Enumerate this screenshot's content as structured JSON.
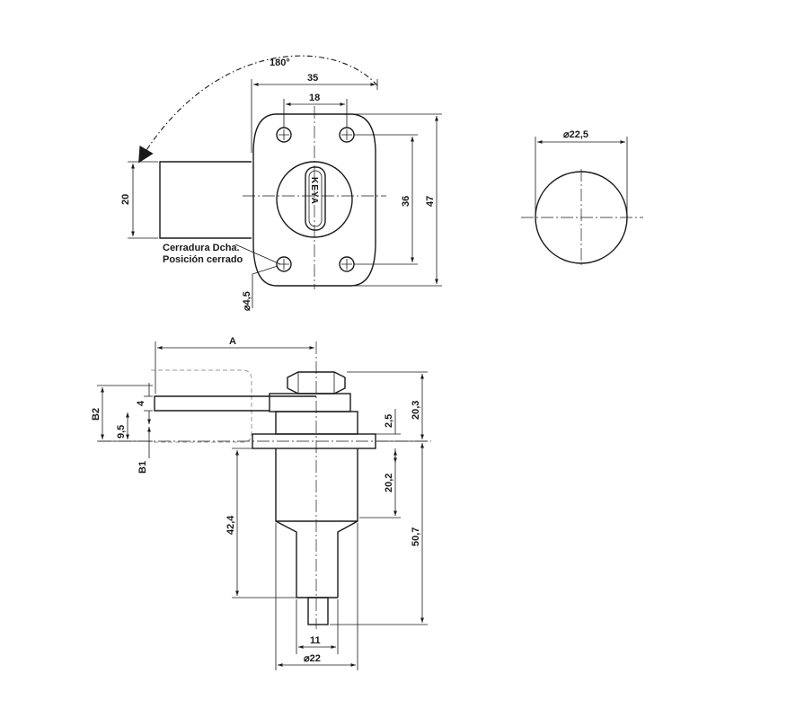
{
  "front_view": {
    "rotation": "180°",
    "dim_width": "35",
    "dim_hole_spacing_h": "18",
    "dim_bar_height": "20",
    "dim_hole_spacing_v": "36",
    "dim_height": "47",
    "dim_hole_diameter": "⌀4,5",
    "brand": "KEYA",
    "note_line1": "Cerradura Dcha.",
    "note_line2": "Posición cerrado"
  },
  "end_view": {
    "dim_diameter": "⌀22,5"
  },
  "side_view": {
    "dim_A": "A",
    "dim_B2": "B2",
    "dim_B1": "B1",
    "dim_4": "4",
    "dim_9_5": "9,5",
    "dim_2_5": "2,5",
    "dim_20_3": "20,3",
    "dim_20_2": "20,2",
    "dim_42_4": "42,4",
    "dim_50_7": "50,7",
    "dim_11": "11",
    "dim_22": "⌀22"
  }
}
